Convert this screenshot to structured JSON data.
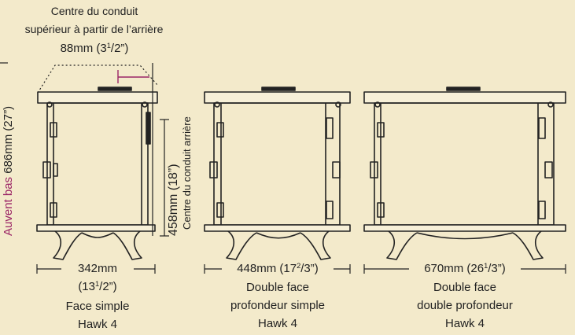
{
  "colors": {
    "background": "#f3eacb",
    "line": "#222222",
    "highlight": "#9b2566"
  },
  "flue_note": {
    "line1": "Centre du conduit",
    "line2": "supérieur à partir de l’arrière",
    "value": "88mm (3",
    "frac_num": "1",
    "frac_den": "/2”)"
  },
  "canopy": {
    "magenta_part": "Auvent bas",
    "value": " 686mm (27”)"
  },
  "rear_flue_height": {
    "value": "458mm (18”)",
    "label": "Centre du conduit arrière"
  },
  "stoves": [
    {
      "width_mm": "342mm",
      "width_in_whole": "(13",
      "width_in_num": "1",
      "width_in_den": "/2”)",
      "label_line1": "Face simple",
      "label_line2": "Hawk 4"
    },
    {
      "width_text": "448mm (17",
      "width_num": "2",
      "width_den": "/3”)",
      "label_line1": "Double face",
      "label_line2": "profondeur simple",
      "label_line3": "Hawk 4"
    },
    {
      "width_text": "670mm (26",
      "width_num": "1",
      "width_den": "/3”)",
      "label_line1": "Double face",
      "label_line2": "double profondeur",
      "label_line3": "Hawk 4"
    }
  ]
}
